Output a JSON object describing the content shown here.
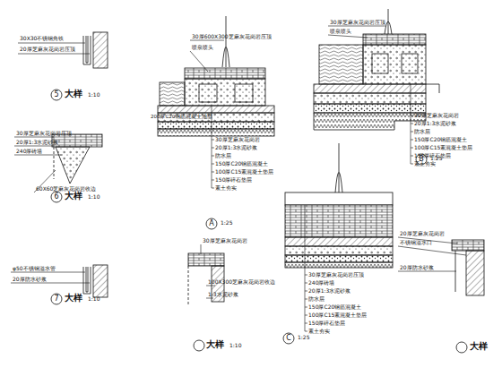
{
  "diagram": {
    "labels": [
      "30X30不锈钢角铁",
      "20厚芝麻灰花岗岩压顶",
      "5",
      "大样",
      "1:10",
      "30厚芝麻灰花岗岩压顶",
      "20厚1:3水泥砂浆",
      "240厚砖墙",
      "60X60芝麻灰花岗岩收边",
      "6",
      "大样",
      "1:10",
      "φ50不锈钢溢水管",
      "20厚防水砂浆",
      "7",
      "大样",
      "1:10",
      "30厚600X300芝麻灰花岗岩压顶",
      "喷泉喷头",
      "200厚C20钢筋混凝土池壁",
      "30厚芝麻灰花岗岩",
      "20厚1:3水泥砂浆",
      "防水层",
      "150厚C20钢筋混凝土",
      "100厚C15素混凝土垫层",
      "150厚碎石垫层",
      "素土夯实",
      "A",
      "1:25",
      "30厚芝麻灰花岗岩压顶",
      "喷泉喷头",
      "30厚芝麻灰花岗岩",
      "20厚1:3水泥砂浆",
      "防水层",
      "150厚C20钢筋混凝土",
      "100厚C15素混凝土垫层",
      "150厚碎石垫层",
      "素土夯实",
      "B",
      "1:25",
      "30厚芝麻灰花岗岩压顶",
      "240厚砖墙",
      "20厚1:3水泥砂浆",
      "防水层",
      "150厚C20钢筋混凝土",
      "100厚C15素混凝土垫层",
      "150厚碎石垫层",
      "素土夯实",
      "C",
      "1:25",
      "30厚芝麻灰花岗岩",
      "100X300芝麻灰花岗岩收边",
      "1:3水泥砂浆",
      "大样",
      "1:10",
      "20厚芝麻灰花岗岩",
      "不锈钢溢水口",
      "20厚防水砂浆",
      "大样"
    ]
  }
}
